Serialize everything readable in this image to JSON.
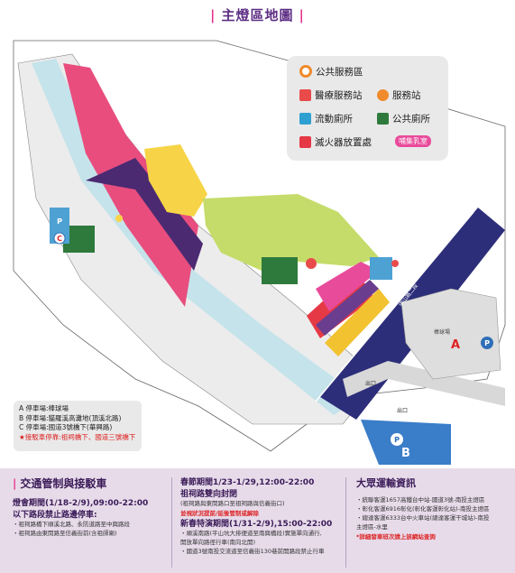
{
  "title": "主燈區地圖",
  "legend": {
    "items": [
      {
        "label": "公共服務區",
        "icon": "public-service-area-icon"
      },
      {
        "label": "醫療服務站",
        "icon": "medical-station-icon"
      },
      {
        "label": "服務站",
        "icon": "service-station-icon"
      },
      {
        "label": "流動廁所",
        "icon": "mobile-toilet-icon"
      },
      {
        "label": "公共廁所",
        "icon": "public-toilet-icon"
      },
      {
        "label": "滅火器放置處",
        "icon": "fire-extinguisher-icon"
      },
      {
        "label": "哺集乳室",
        "icon": "nursing-room-icon"
      }
    ]
  },
  "map": {
    "markers": {
      "a": "A",
      "b": "B",
      "c": "C",
      "p": "P"
    },
    "labels": {
      "baseball": "棒球場",
      "zhongshan": "中山路二段",
      "exit": "出口"
    }
  },
  "parking": {
    "a": "A 停車場:棒球場",
    "b": "B 停車場:貓羅溪高灘地(頂溪北路)",
    "c": "C 停車場:國道3號橋下(華興路)",
    "note": "★接駁車停靠:祖祠橋下、國道三號橋下"
  },
  "traffic": {
    "title": "交通管制與接駁車",
    "period": "燈會期間(1/18-2/9),09:00-22:00",
    "subtitle": "以下路段禁止路邊停車:",
    "lines": [
      "・祖祠路橋下順溪北路、永防道路至中興路段",
      "・祖祠路由東閔路至信義街前(含祖師廟)"
    ]
  },
  "spring": {
    "period": "春節期間1/23-1/29,12:00-22:00",
    "subtitle": "祖祠路雙向封閉",
    "note": "(祖祠路與東閔路口至祖祠路與信義街口)",
    "red": "並視狀況提前/延後管制或解除",
    "period2": "新春特演期間(1/31-2/9),15:00-22:00",
    "lines": [
      "・順溪南路(平山坑大排便道至南興橋段)實施單向通行,",
      "  開放單向路徑行車(南向北開)",
      "・國道3號南投交流道至信義街130巷前開路段禁止行車"
    ]
  },
  "transport": {
    "title": "大眾運輸資訊",
    "lines": [
      "・統聯客運1657高鐵台中站-國道3號-南投主燈區",
      "・彰化客運6916彰化(彰化客運彰化站)-南投主燈區",
      "・總達客運6333台中火車站(總達客運干城站)-南投",
      "  主燈區-水里"
    ],
    "note": "*詳細發車班次請上該網站查詢"
  }
}
